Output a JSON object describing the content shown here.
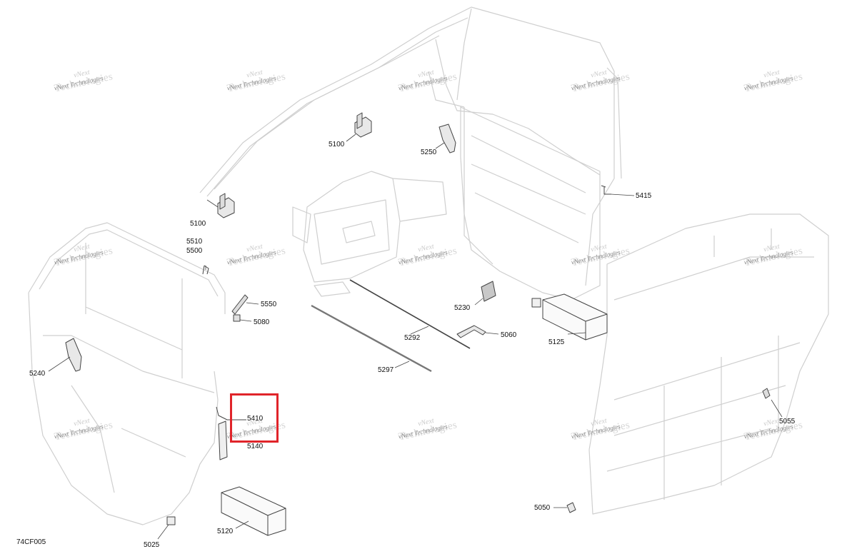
{
  "figure_id": "74CF005",
  "watermark": {
    "line1": "vNext",
    "line2": "Technologies",
    "overlay": "vNext Technologies"
  },
  "parts": [
    {
      "label": "5100"
    },
    {
      "label": "5250"
    },
    {
      "label": "5100"
    },
    {
      "label": "5415"
    },
    {
      "label": "5510"
    },
    {
      "label": "5500"
    },
    {
      "label": "5550"
    },
    {
      "label": "5080"
    },
    {
      "label": "5230"
    },
    {
      "label": "5060"
    },
    {
      "label": "5125"
    },
    {
      "label": "5292"
    },
    {
      "label": "5240"
    },
    {
      "label": "5297"
    },
    {
      "label": "5410"
    },
    {
      "label": "5140"
    },
    {
      "label": "5055"
    },
    {
      "label": "5120"
    },
    {
      "label": "5050"
    },
    {
      "label": "5025"
    }
  ],
  "highlight_color": "#e0242a",
  "line_color": "#c8c8c8"
}
